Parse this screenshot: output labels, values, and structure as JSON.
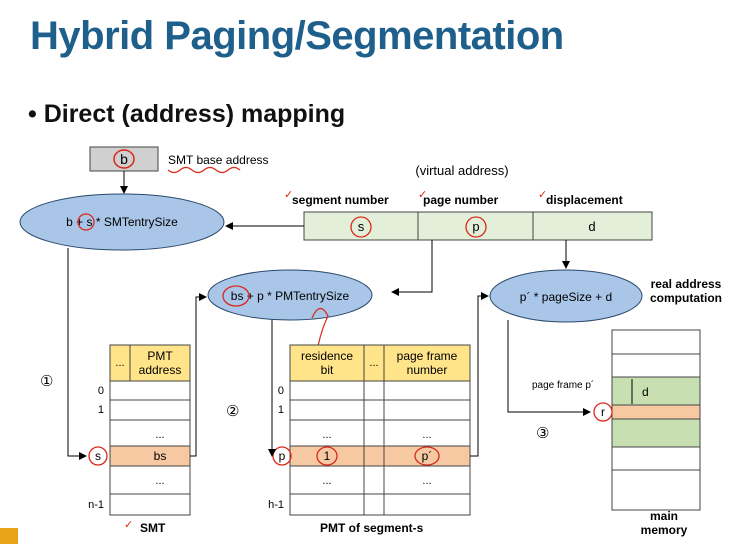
{
  "top_tag": "",
  "slide": {
    "title": "Hybrid Paging/Segmentation",
    "bullet": "Direct (address) mapping"
  },
  "diagram": {
    "smt_base_box": "b",
    "smt_base_label": "SMT base address",
    "virtual_address_label": "(virtual address)",
    "va_headers": [
      "segment number",
      "page number",
      "displacement"
    ],
    "va_values": [
      "s",
      "p",
      "d"
    ],
    "ellipse1": "b + s * SMTentrySize",
    "ellipse2": "bs + p * PMTentrySize",
    "ellipse3": "p´ * pageSize + d",
    "real_addr_label_1": "real address",
    "real_addr_label_2": "computation",
    "step_labels": [
      "①",
      "②",
      "③"
    ],
    "smt": {
      "col_dots": "...",
      "col_header_1": "PMT",
      "col_header_2": "address",
      "row_labels": [
        "0",
        "1",
        "s",
        "n-1"
      ],
      "cell_dots": "...",
      "entry": "bs",
      "caption": "SMT"
    },
    "pmt": {
      "col1_header_1": "residence",
      "col1_header_2": "bit",
      "col_dots": "...",
      "col3_header_1": "page frame",
      "col3_header_2": "number",
      "row_labels": [
        "0",
        "1",
        "p",
        "h-1"
      ],
      "cell_dots": "...",
      "entry_bit": "1",
      "entry_frame": "p´",
      "caption": "PMT of segment-s"
    },
    "memory": {
      "page_frame_label": "page frame p´",
      "d_label": "d",
      "r_label": "r",
      "caption_1": "main",
      "caption_2": "memory"
    }
  },
  "colors": {
    "title": "#1f5f8b",
    "ellipse_fill": "#a9c6e8",
    "va_fill": "#e4efd9",
    "header_fill": "#ffe48a",
    "highlight_row": "#f7c9a2",
    "memory_green": "#c8dfb2",
    "annotation_red": "#d9281a"
  }
}
